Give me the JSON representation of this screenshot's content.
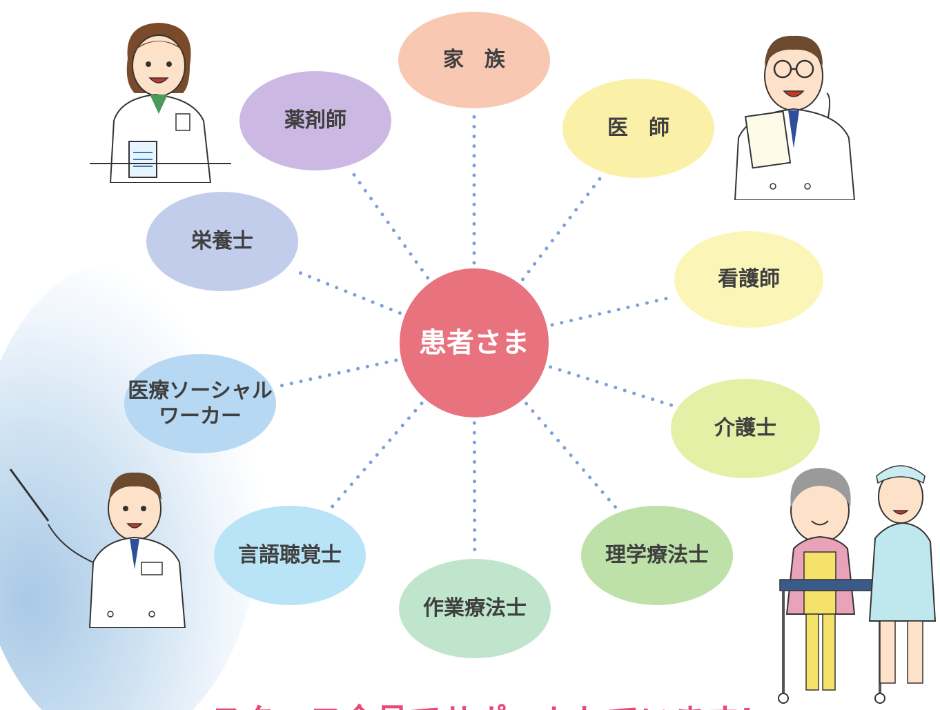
{
  "diagram": {
    "center": {
      "label": "患者さま",
      "color": "#e8737f"
    },
    "nodes": [
      {
        "id": "family",
        "label": "家　族",
        "color": "#f8c8b2"
      },
      {
        "id": "doctor",
        "label": "医　師",
        "color": "#faf0a8"
      },
      {
        "id": "nurse",
        "label": "看護師",
        "color": "#fbf6b8"
      },
      {
        "id": "care-worker",
        "label": "介護士",
        "color": "#e3f0a6"
      },
      {
        "id": "physical-therapist",
        "label": "理学療法士",
        "color": "#bde1a8"
      },
      {
        "id": "occupational-therapist",
        "label": "作業療法士",
        "color": "#bfe6cc"
      },
      {
        "id": "speech-therapist",
        "label": "言語聴覚士",
        "color": "#b9e3f6"
      },
      {
        "id": "social-worker",
        "label": "医療ソーシャル\nワーカー",
        "color": "#b7d8f2"
      },
      {
        "id": "dietitian",
        "label": "栄養士",
        "color": "#c2cdec"
      },
      {
        "id": "pharmacist",
        "label": "薬剤師",
        "color": "#cbb9e4"
      }
    ],
    "connector_color": "#7d9fd8",
    "banner": "スタッフ全員でサポートしています!"
  }
}
